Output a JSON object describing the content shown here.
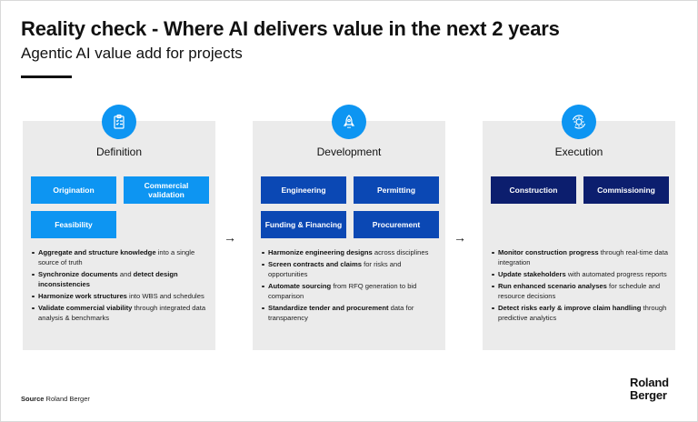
{
  "header": {
    "title": "Reality check - Where AI delivers value in the next 2 years",
    "subtitle": "Agentic AI value add for projects"
  },
  "colors": {
    "definition": "#0d95f2",
    "development": "#0b48b4",
    "execution": "#0c1e6e",
    "panel": "#ebebeb"
  },
  "columns": [
    {
      "title": "Definition",
      "icon": "clipboard-checklist-icon",
      "boxes": [
        "Origination",
        "Commercial validation",
        "Feasibility"
      ],
      "bullets": [
        {
          "bold": "Aggregate and structure knowledge",
          "text": " into a single source of truth"
        },
        {
          "bold": "Synchronize documents",
          "text": " and ",
          "bold2": "detect design inconsistencies",
          "text2": ""
        },
        {
          "bold": "Harmonize work structures",
          "text": " into WBS and schedules"
        },
        {
          "bold": "Validate commercial viability",
          "text": " through integrated data analysis & benchmarks"
        }
      ]
    },
    {
      "title": "Development",
      "icon": "rocket-icon",
      "boxes": [
        "Engineering",
        "Permitting",
        "Funding & Financing",
        "Procurement"
      ],
      "bullets": [
        {
          "bold": "Harmonize engineering designs",
          "text": " across disciplines"
        },
        {
          "bold": "Screen contracts and claims",
          "text": " for risks and opportunities"
        },
        {
          "bold": "Automate sourcing",
          "text": " from RFQ generation to bid comparison"
        },
        {
          "bold": "Standardize tender and procurement",
          "text": " data for transparency"
        }
      ]
    },
    {
      "title": "Execution",
      "icon": "gear-cycle-icon",
      "boxes": [
        "Construction",
        "Commissioning"
      ],
      "bullets": [
        {
          "bold": "Monitor construction progress",
          "text": " through real-time data integration"
        },
        {
          "bold": "Update stakeholders",
          "text": " with automated progress reports"
        },
        {
          "bold": "Run enhanced scenario analyses",
          "text": " for schedule and resource decisions"
        },
        {
          "bold": "Detect risks early & improve claim handling",
          "text": " through predictive analytics"
        }
      ]
    }
  ],
  "arrows": [
    "→",
    "→"
  ],
  "footer": {
    "source_label": "Source",
    "source_text": " Roland Berger",
    "logo_line1": "Roland",
    "logo_line2": "Berger"
  }
}
